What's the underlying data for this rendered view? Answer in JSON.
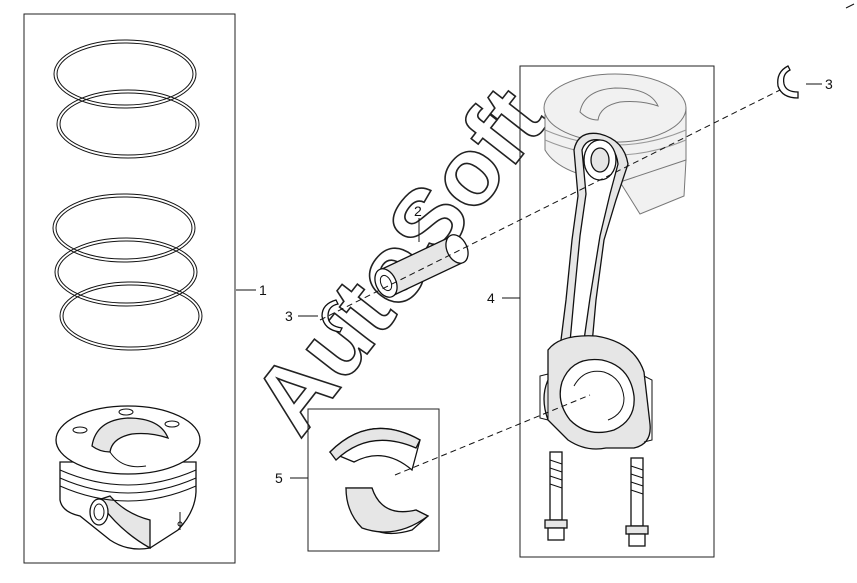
{
  "callouts": {
    "piston_kit": "1",
    "piston_pin": "2",
    "snap_ring_left": "3",
    "snap_ring_right": "3",
    "connecting_rod": "4",
    "bearing_shells": "5"
  },
  "watermark": "AutoSoft",
  "colors": {
    "line": "#111111",
    "shade": "#e6e6e6",
    "ghost": "#f1f1f1"
  }
}
